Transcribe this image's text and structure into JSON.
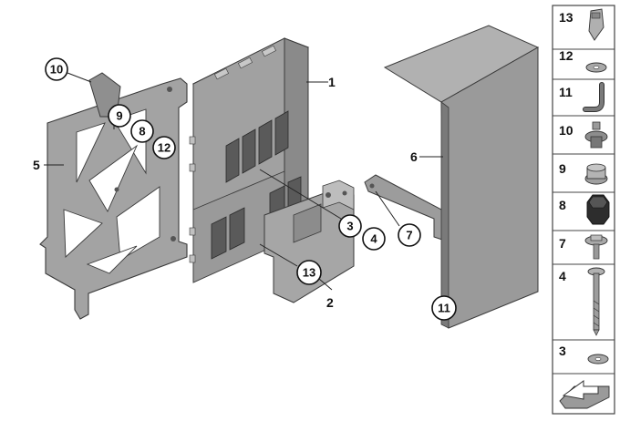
{
  "callouts": {
    "c1": "1",
    "c2": "2",
    "c3": "3",
    "c4": "4",
    "c5": "5",
    "c6": "6",
    "c7": "7",
    "c8": "8",
    "c9": "9",
    "c10": "10",
    "c11": "11",
    "c12": "12",
    "c13": "13"
  },
  "sidebar": [
    "13",
    "12",
    "11",
    "10",
    "9",
    "8",
    "7",
    "4",
    "3"
  ],
  "colors": {
    "part_fill": "#9a9a9a",
    "part_light": "#b3b3b3",
    "part_dark": "#6f6f6f",
    "outline": "#3a3a3a",
    "sidebar_border": "#444444"
  }
}
